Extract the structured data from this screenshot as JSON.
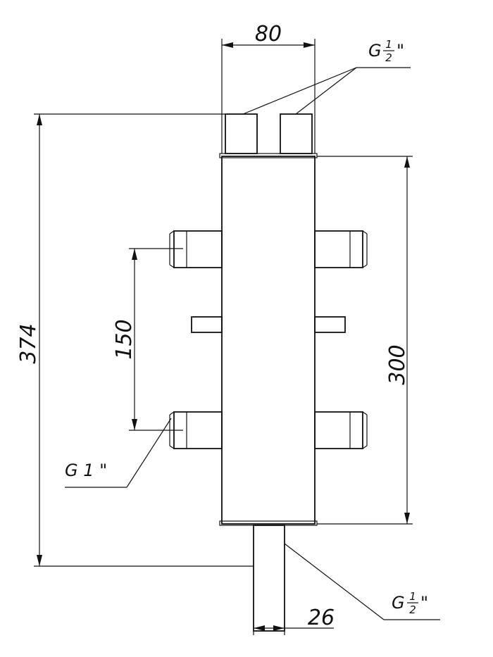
{
  "dimensions": {
    "width_top": "80",
    "total_height": "374",
    "body_height": "300",
    "nozzle_spacing": "150",
    "bottom_pipe_width": "26"
  },
  "thread_labels": {
    "top_prefix": "G",
    "top_num": "1",
    "top_den": "2",
    "top_suffix": "\"",
    "side": "G 1 \"",
    "bottom_prefix": "G",
    "bottom_num": "1",
    "bottom_den": "2",
    "bottom_suffix": "\""
  }
}
